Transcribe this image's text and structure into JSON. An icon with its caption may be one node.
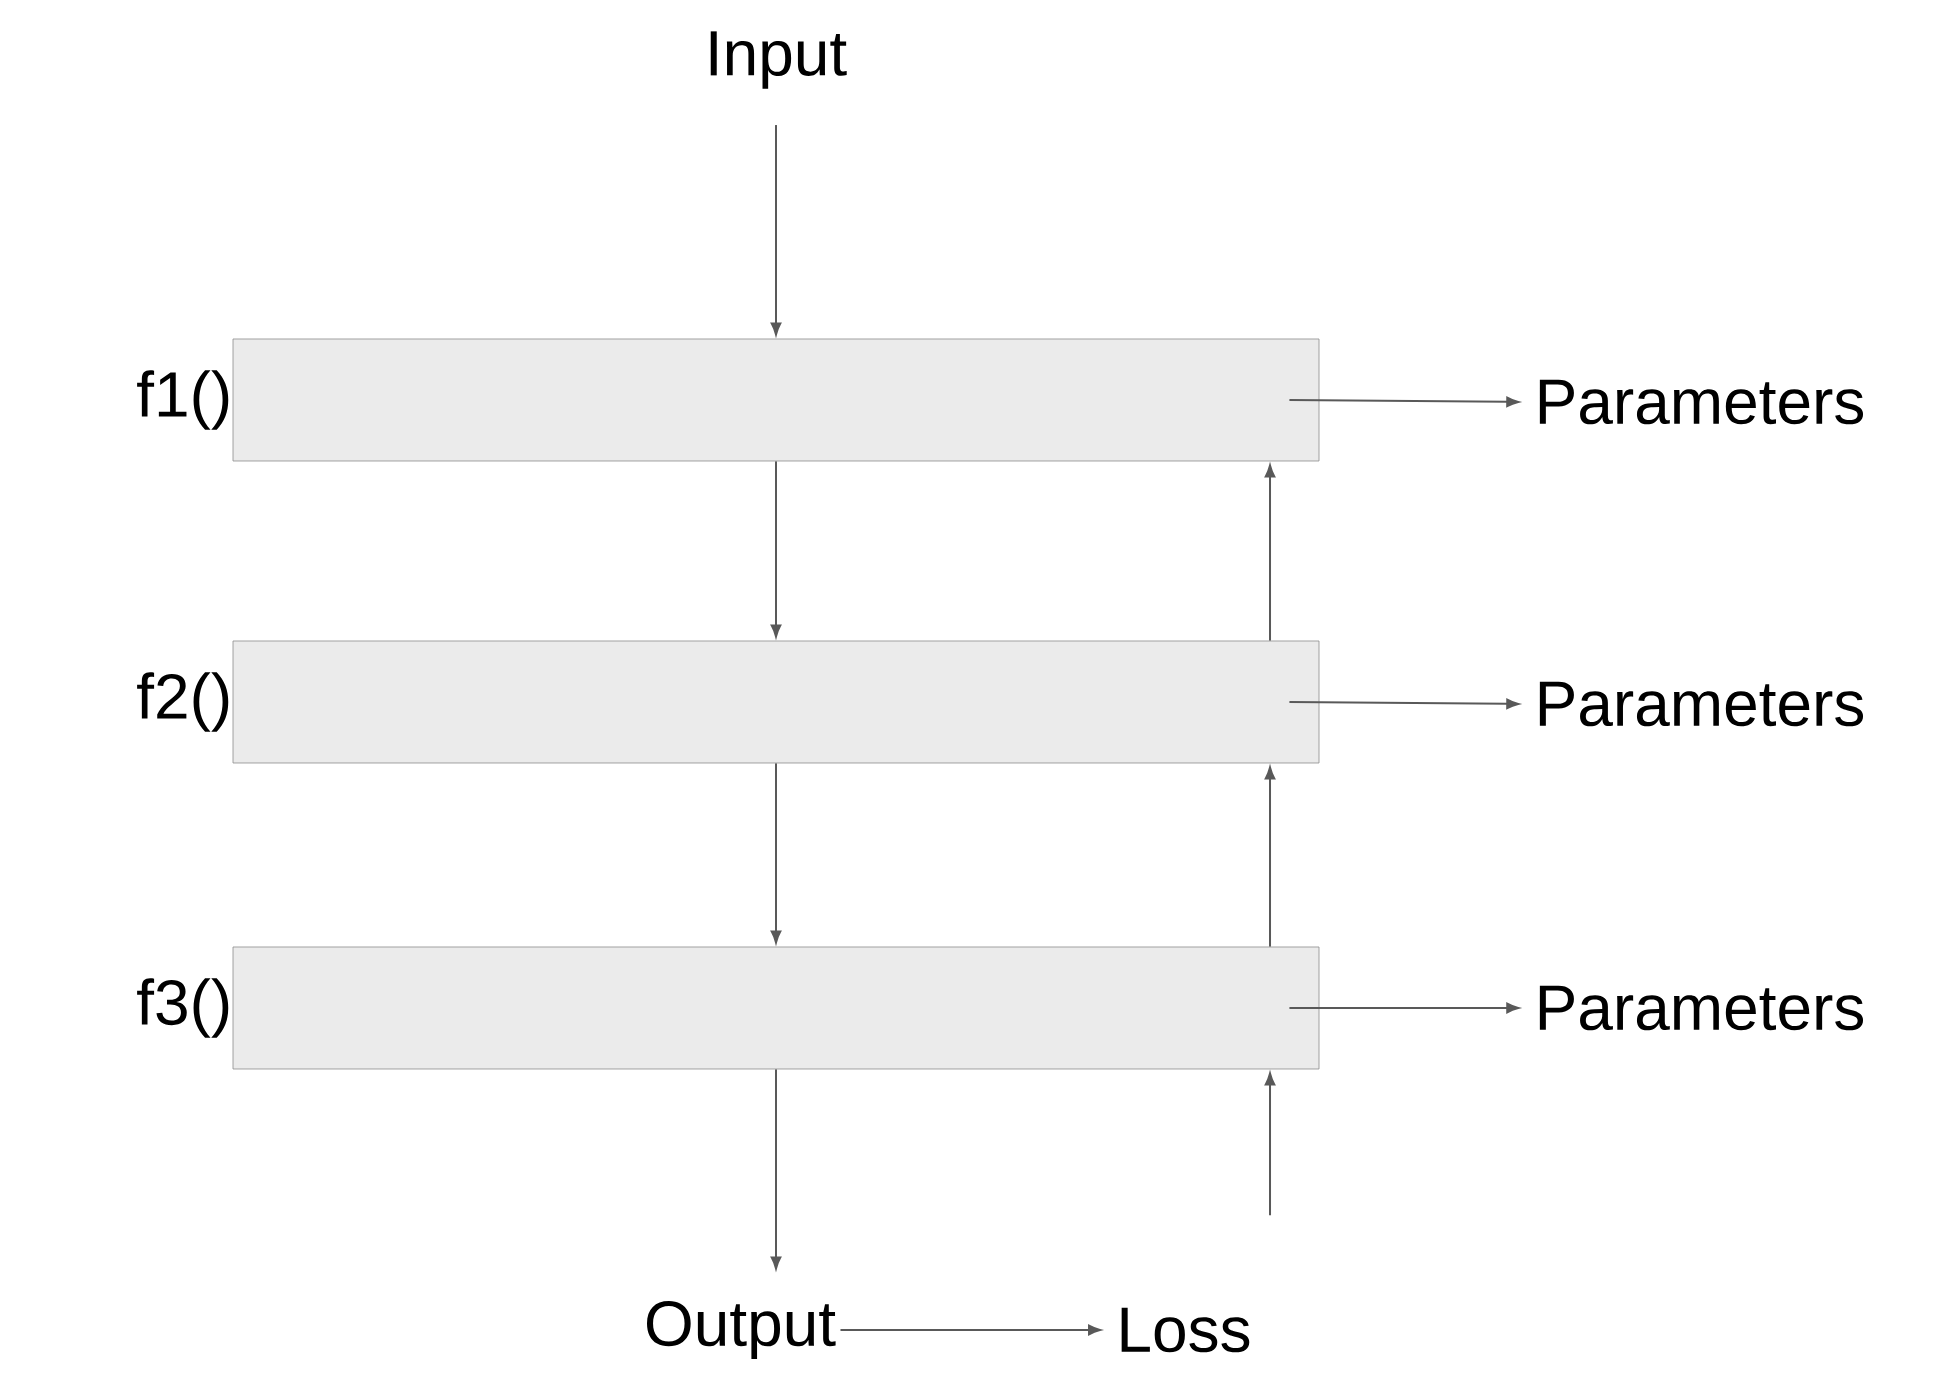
{
  "diagram": {
    "nodes": [
      {
        "text": [
          "Input"
        ]
      },
      {
        "text": [
          "f1()"
        ]
      },
      {
        "text": [
          "Parameters"
        ]
      },
      {
        "text": [
          "f2()"
        ]
      },
      {
        "text": [
          "Parameters"
        ]
      },
      {
        "text": [
          "f3()"
        ]
      },
      {
        "text": [
          "Parameters"
        ]
      },
      {
        "text": [
          "Output"
        ]
      },
      {
        "text": [
          "Loss"
        ]
      }
    ],
    "edges": [
      {
        "from": 0,
        "to": 1,
        "arrow": "to"
      },
      {
        "from": 1,
        "to": 3,
        "arrow": "to"
      },
      {
        "from": 3,
        "to": 5,
        "arrow": "to"
      },
      {
        "from": 5,
        "to": 7,
        "arrow": "to"
      },
      {
        "from": 1,
        "to": 2,
        "arrow": "to"
      },
      {
        "from": 3,
        "to": 4,
        "arrow": "to"
      },
      {
        "from": 5,
        "to": 6,
        "arrow": "to"
      },
      {
        "from": 7,
        "to": 8,
        "arrow": "to"
      },
      {
        "from": 8,
        "to": 5,
        "arrow": "to"
      },
      {
        "from": 5,
        "to": 3,
        "arrow": "to"
      },
      {
        "from": 3,
        "to": 1,
        "arrow": "to"
      }
    ]
  }
}
